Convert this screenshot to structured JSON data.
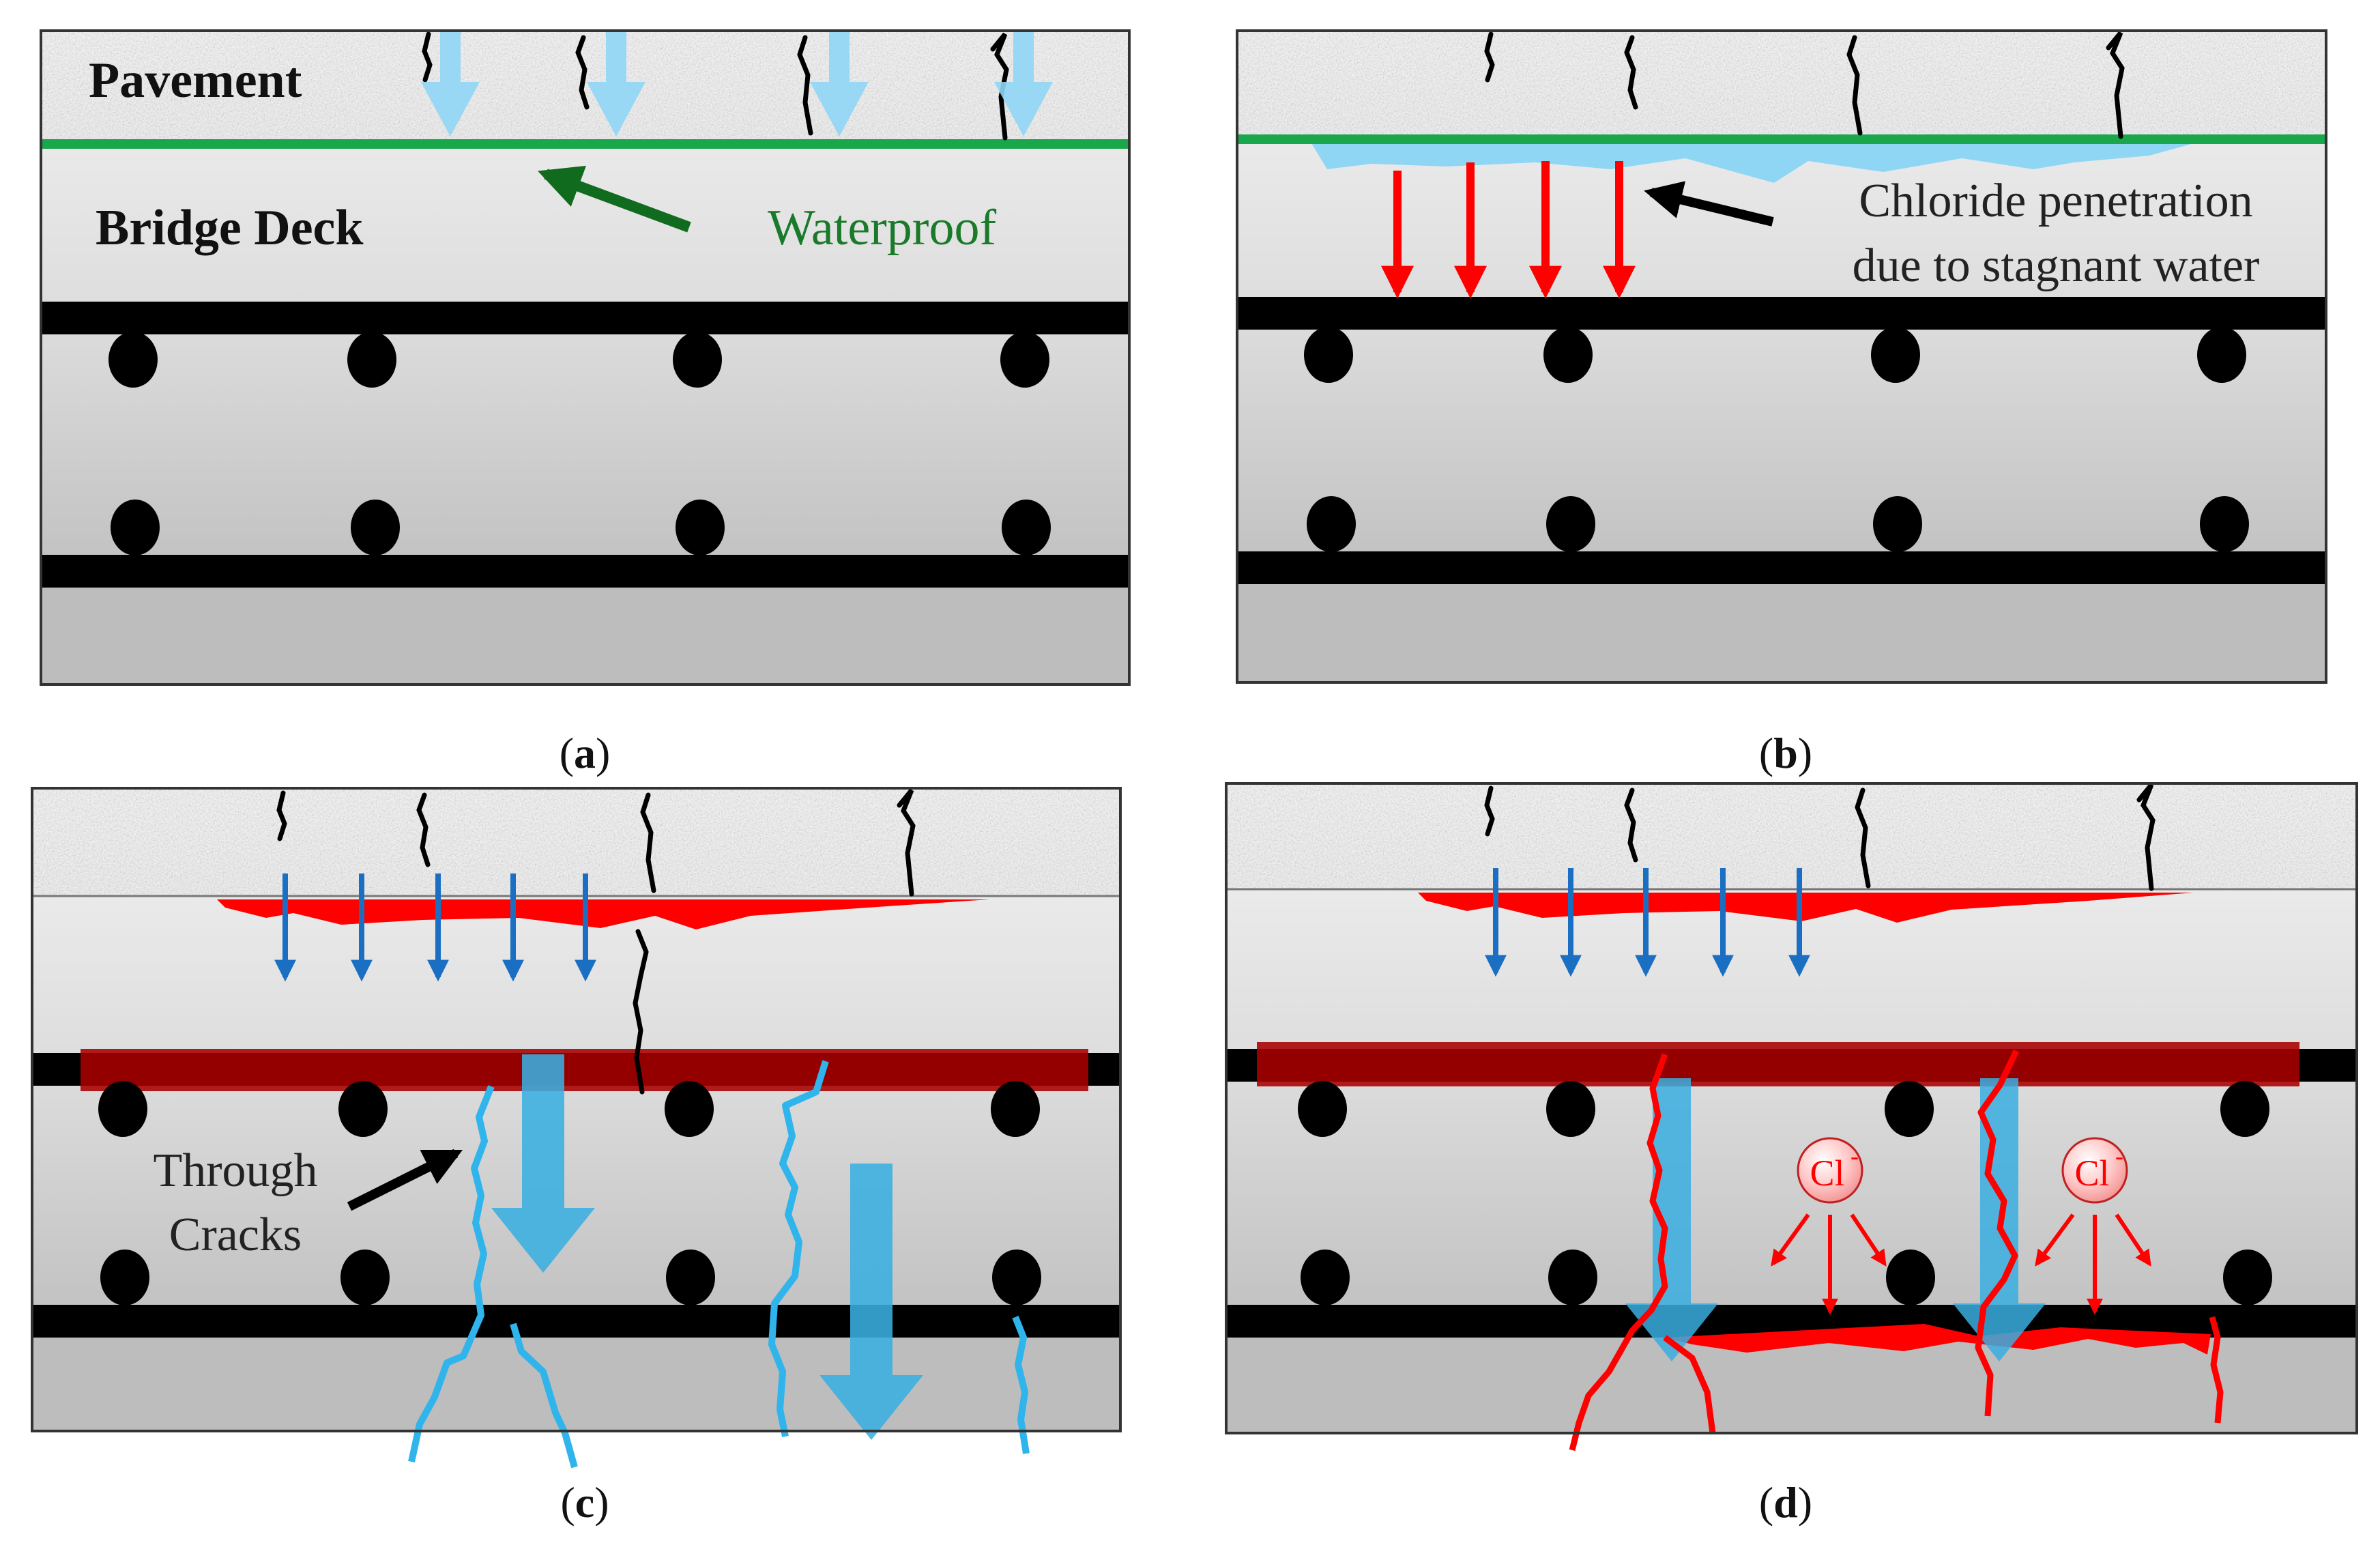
{
  "panels": {
    "a": {
      "caption_letter": "a",
      "labels": {
        "pavement": "Pavement",
        "deck": "Bridge Deck",
        "waterproof": "Waterproof"
      }
    },
    "b": {
      "caption_letter": "b",
      "labels": {
        "chloride_line1": "Chloride penetration",
        "chloride_line2": "due to stagnant water"
      }
    },
    "c": {
      "caption_letter": "c",
      "labels": {
        "through_line1": "Through",
        "through_line2": "Cracks"
      }
    },
    "d": {
      "caption_letter": "d",
      "labels": {
        "ion_symbol": "Cl",
        "ion_charge": "-"
      }
    }
  },
  "colors": {
    "waterproof_green": "#1aa64a",
    "label_green": "#1a7a2a",
    "water_light_blue": "#8fd6f5",
    "water_blue": "#3aaee0",
    "crack_blue": "#2fb4ec",
    "small_arrow_blue": "#1b6fc2",
    "chloride_red": "#ff0000",
    "corrosion_band": "#a80000",
    "rebar_black": "#000000"
  },
  "icons": [
    "down-arrow-icon",
    "pointer-arrow-icon",
    "chloride-ion-icon",
    "rebar-dot-icon",
    "crack-icon"
  ]
}
